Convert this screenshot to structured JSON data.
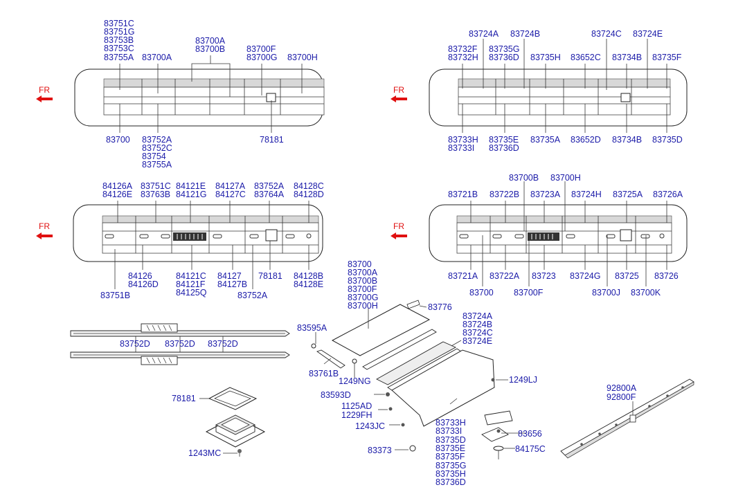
{
  "direction_label": "FR",
  "colors": {
    "label": "#1a1aa8",
    "arrow": "#e01010",
    "line": "#333333"
  },
  "view1": {
    "top": [
      "83751C",
      "83751G",
      "83753B",
      "83753C",
      "83755A",
      "83700A",
      "83700A",
      "83700B",
      "83700F",
      "83700G",
      "83700H"
    ],
    "bottom": [
      "83700",
      "83752A",
      "83752C",
      "83754",
      "83755A",
      "78181"
    ]
  },
  "view2": {
    "top": [
      "83724A",
      "83724B",
      "83724C",
      "83724E",
      "83732F",
      "83732H",
      "83735G",
      "83736D",
      "83735H",
      "83652C",
      "83734B",
      "83735F"
    ],
    "bottom": [
      "83733H",
      "83733I",
      "83735E",
      "83736D",
      "83735A",
      "83652D",
      "83734B",
      "83735D"
    ]
  },
  "view3": {
    "top": [
      "84126A",
      "84126E",
      "83751C",
      "83763B",
      "84121E",
      "84121G",
      "84127A",
      "84127C",
      "83752A",
      "83764A",
      "84128C",
      "84128D"
    ],
    "bottom": [
      "83751B",
      "84126",
      "84126D",
      "84121C",
      "84121F",
      "84125Q",
      "84127",
      "84127B",
      "83752A",
      "78181",
      "84128B",
      "84128E"
    ]
  },
  "view4": {
    "top": [
      "83700B",
      "83700H",
      "83721B",
      "83722B",
      "83723A",
      "83724H",
      "83725A",
      "83726A"
    ],
    "bottom": [
      "83721A",
      "83700",
      "83722A",
      "83700F",
      "83723",
      "83724G",
      "83700J",
      "83725",
      "83700K",
      "83726"
    ]
  },
  "exploded": {
    "panel_group": [
      "83700",
      "83700A",
      "83700B",
      "83700F",
      "83700G",
      "83700H"
    ],
    "duct_label": "83752D",
    "parts": [
      "83776",
      "83595A",
      "83761B",
      "1249NG",
      "83724A",
      "83724B",
      "83724C",
      "83724E",
      "1249LJ",
      "83593D",
      "1125AD",
      "1229FH",
      "1243JC",
      "83373",
      "83733H",
      "83733I",
      "83735D",
      "83735E",
      "83735F",
      "83735G",
      "83735H",
      "83736D",
      "83656",
      "84175C",
      "78181",
      "1243MC",
      "92800A",
      "92800F"
    ]
  }
}
